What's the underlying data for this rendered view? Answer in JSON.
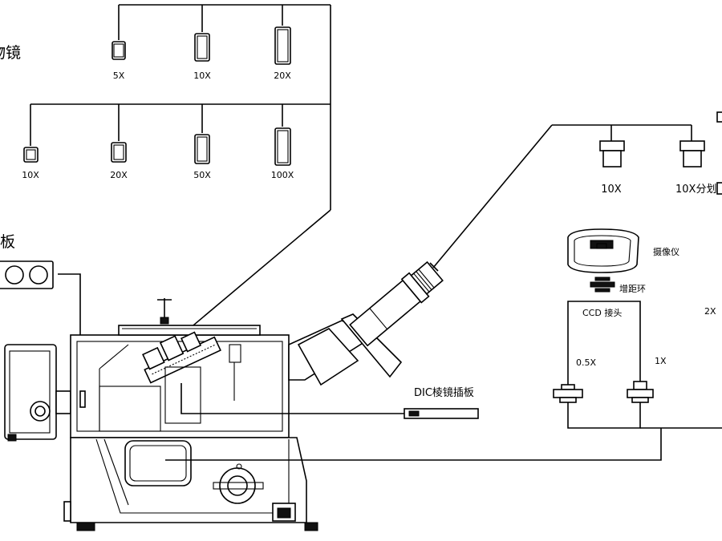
{
  "labels": {
    "objective_group": "物镜",
    "insert_plate": "板",
    "dic_plate": "DIC棱镜插板",
    "eyepiece_10x": "10X",
    "eyepiece_10x_reticle": "10X分划",
    "camera": "摄像仪",
    "spacer_ring": "增距环",
    "ccd_adapter": "CCD 接头",
    "adapter_05x": "0.5X",
    "adapter_1x": "1X",
    "right_edge_label": "2X"
  },
  "objectives_row1": [
    "5X",
    "10X",
    "20X"
  ],
  "objectives_row2": [
    "10X",
    "20X",
    "50X",
    "100X"
  ]
}
